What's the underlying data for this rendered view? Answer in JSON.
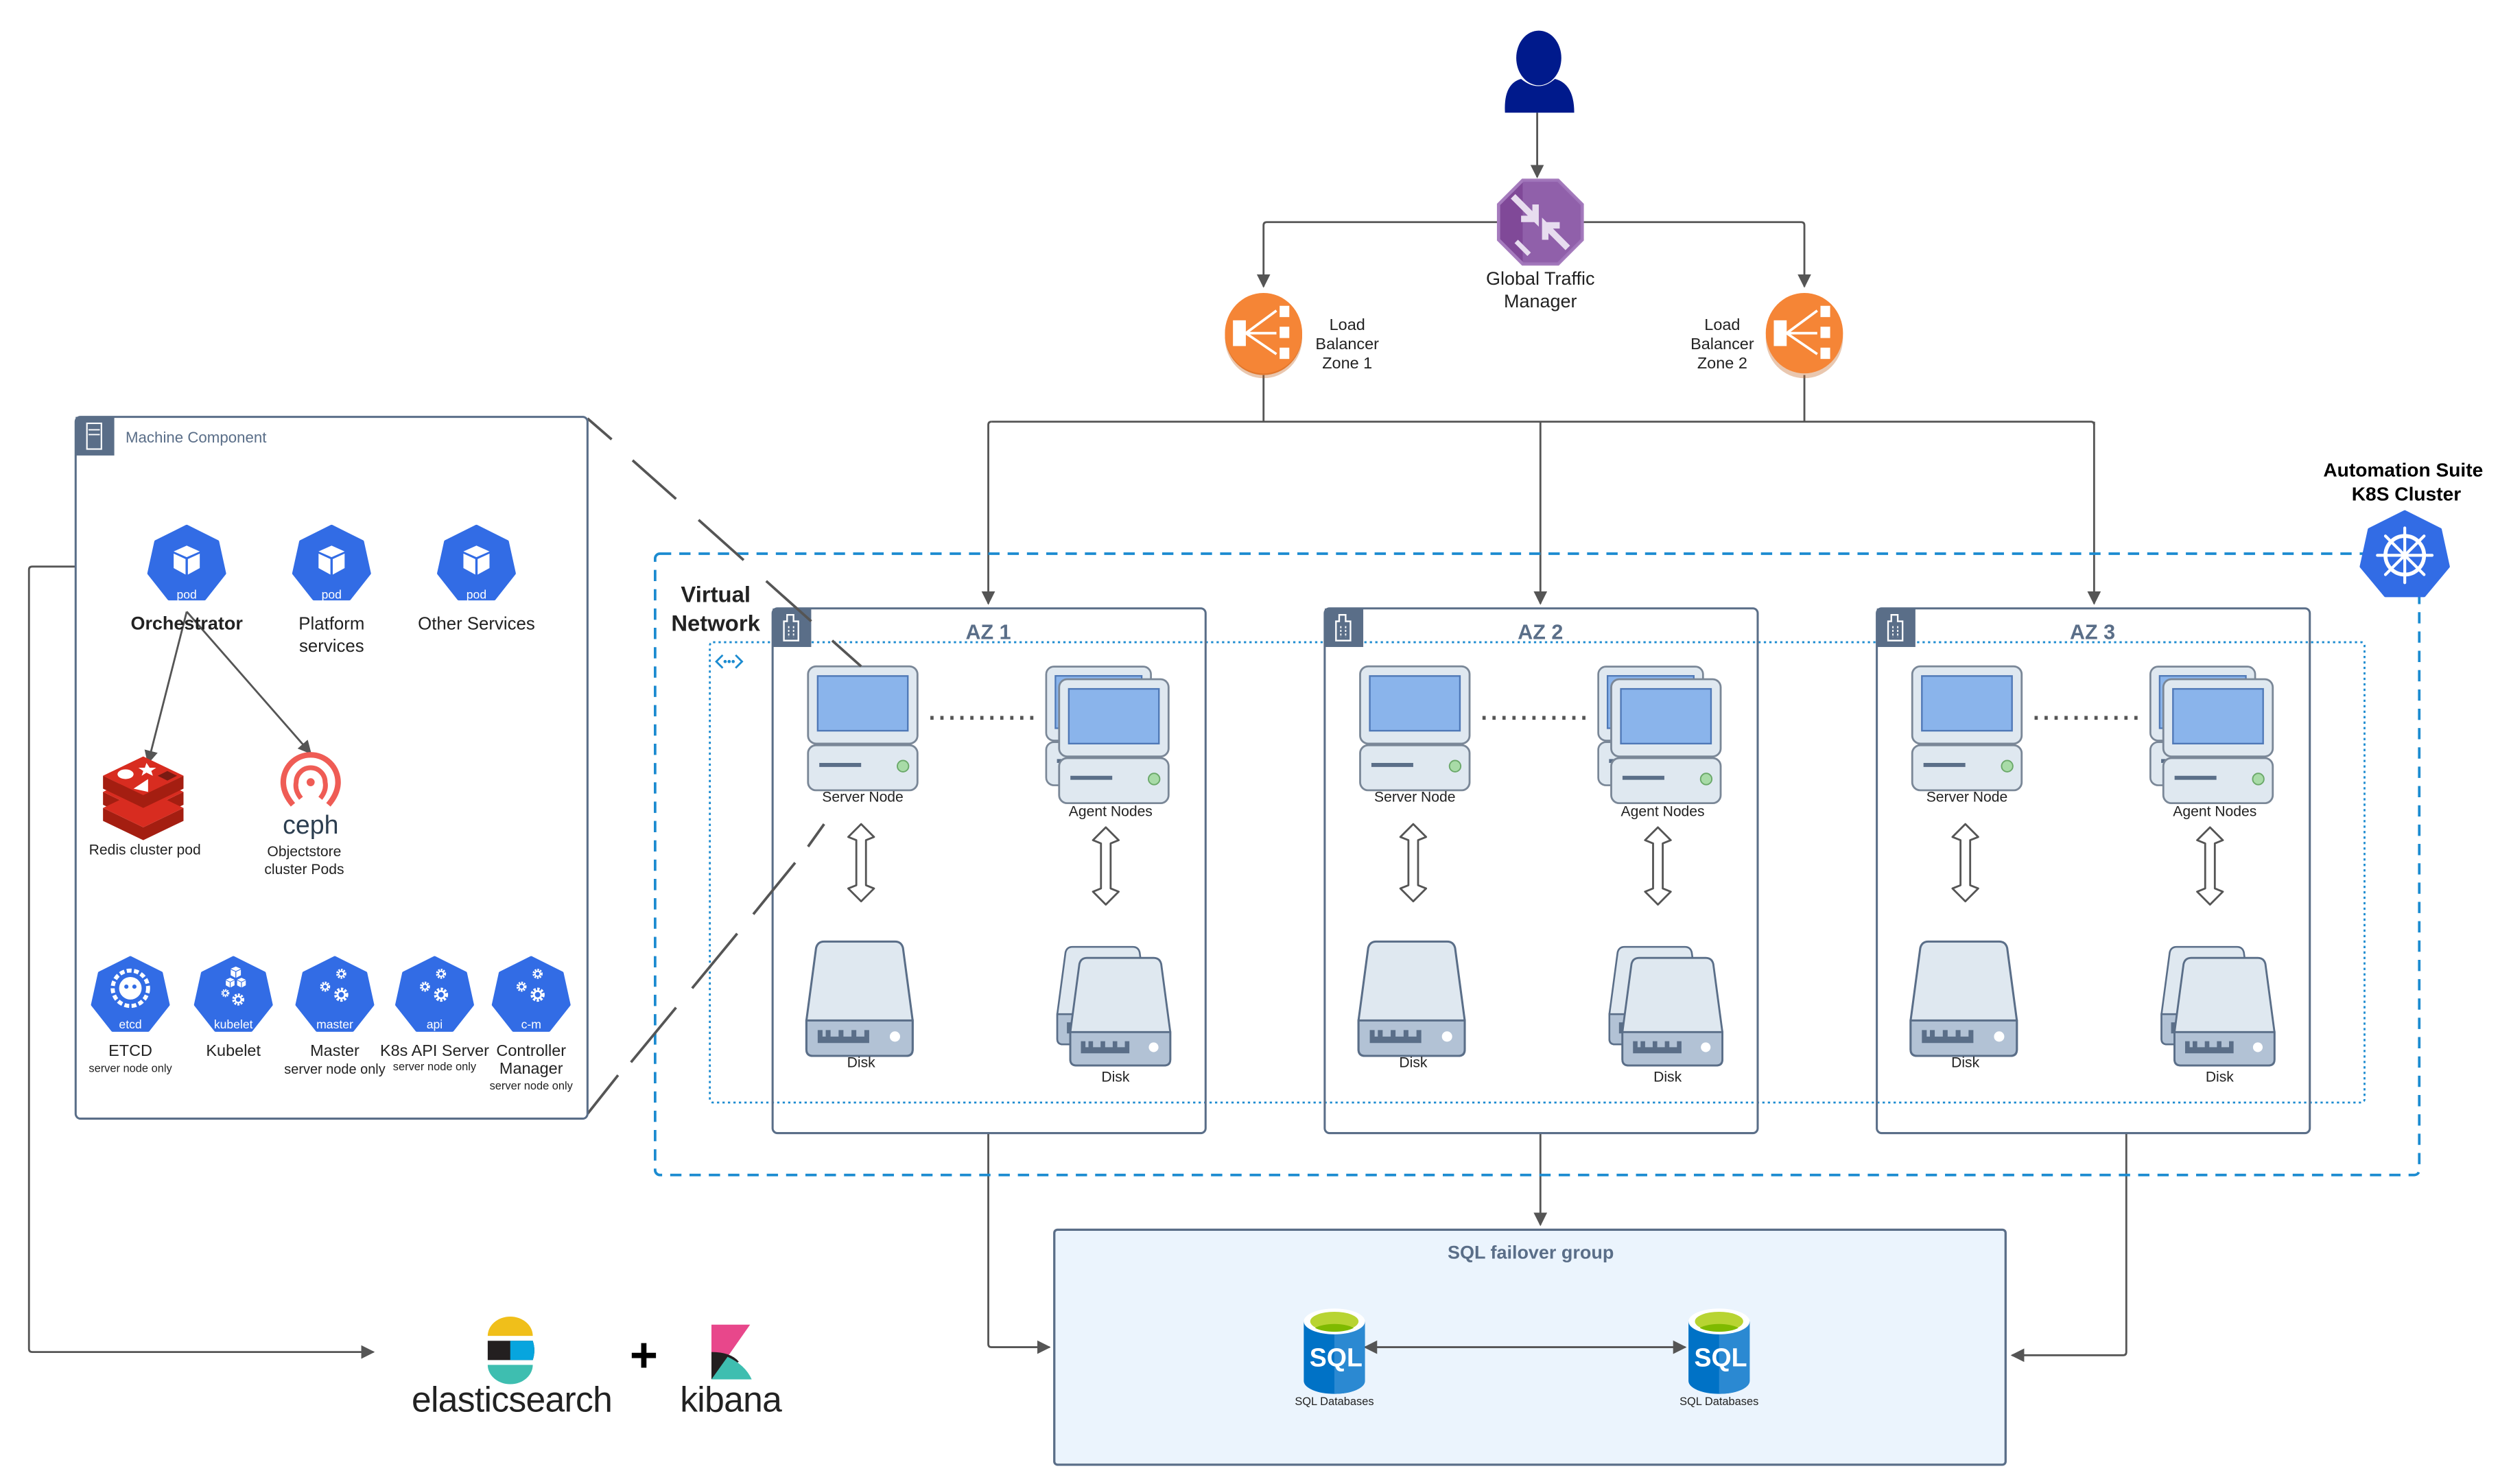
{
  "user": {
    "icon": "user-icon"
  },
  "traffic_manager": {
    "label_line1": "Global Traffic",
    "label_line2": "Manager",
    "icon": "traffic-manager-icon"
  },
  "load_balancers": [
    {
      "line1": "Load",
      "line2": "Balancer",
      "line3": "Zone 1",
      "icon": "load-balancer-icon"
    },
    {
      "line1": "Load",
      "line2": "Balancer",
      "line3": "Zone 2",
      "icon": "load-balancer-icon"
    }
  ],
  "cluster": {
    "title_line1": "Automation Suite",
    "title_line2": "K8S Cluster",
    "icon": "kubernetes-helm-icon"
  },
  "virtual_network": {
    "title_line1": "Virtual",
    "title_line2": "Network",
    "icon": "vnet-icon"
  },
  "availability_zones": [
    {
      "title": "AZ 1",
      "server_label": "Server Node",
      "agent_label": "Agent Nodes",
      "server_disk_label": "Disk",
      "agent_disk_label": "Disk"
    },
    {
      "title": "AZ 2",
      "server_label": "Server Node",
      "agent_label": "Agent Nodes",
      "server_disk_label": "Disk",
      "agent_disk_label": "Disk"
    },
    {
      "title": "AZ 3",
      "server_label": "Server Node",
      "agent_label": "Agent Nodes",
      "server_disk_label": "Disk",
      "agent_disk_label": "Disk"
    }
  ],
  "machine_component": {
    "title": "Machine Component",
    "pods": [
      {
        "badge": "pod",
        "label_line1": "Orchestrator",
        "label_line2": "",
        "bold": true
      },
      {
        "badge": "pod",
        "label_line1": "Platform",
        "label_line2": "services"
      },
      {
        "badge": "pod",
        "label_line1": "Other Services",
        "label_line2": ""
      }
    ],
    "redis": {
      "label": "Redis cluster pod"
    },
    "ceph": {
      "logo_text": "ceph",
      "label_line1": "Objectstore",
      "label_line2": "cluster Pods"
    },
    "k8s_components": [
      {
        "badge": "etcd",
        "label_line1": "ETCD",
        "label_line2": "",
        "note": "server node only"
      },
      {
        "badge": "kubelet",
        "label_line1": "Kubelet",
        "label_line2": "",
        "note": ""
      },
      {
        "badge": "master",
        "label_line1": "Master",
        "label_line2": "",
        "note": "server node only"
      },
      {
        "badge": "api",
        "label_line1": "K8s API Server",
        "label_line2": "",
        "note": "server node only"
      },
      {
        "badge": "c-m",
        "label_line1": "Controller",
        "label_line2": "Manager",
        "note": "server node only"
      }
    ]
  },
  "sql_group": {
    "title": "SQL failover group",
    "databases": [
      {
        "badge": "SQL",
        "label": "SQL Databases"
      },
      {
        "badge": "SQL",
        "label": "SQL Databases"
      }
    ]
  },
  "logging": {
    "elasticsearch": "elasticsearch",
    "plus": "+",
    "kibana": "kibana"
  },
  "colors": {
    "k8s_blue": "#326ce5",
    "user_navy": "#001a8c",
    "lb_orange": "#f58536",
    "tm_purple": "#804998",
    "az_header": "#5a6e88",
    "vnet_dash": "#1b8bd0",
    "sql_bg": "#ebf4fd"
  }
}
